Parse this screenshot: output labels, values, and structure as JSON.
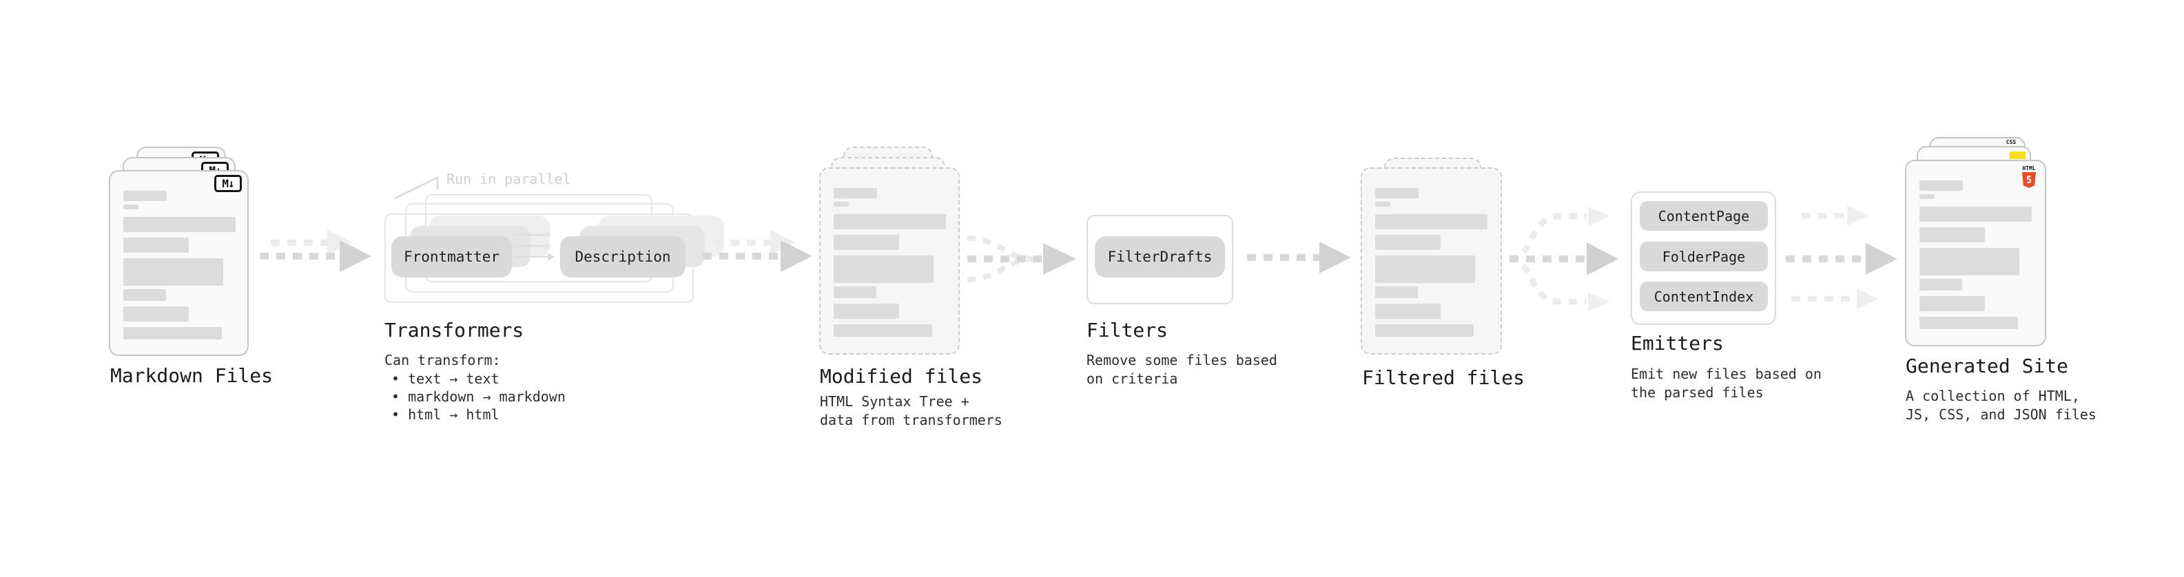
{
  "palette": {
    "arrow_gray": "#d8d8d8",
    "pill_gray": "#d9d9d9",
    "card_border": "#c5c5c5",
    "html5_orange": "#e44d26",
    "js_yellow": "#f7df1e",
    "css_blue": "#2965f1"
  },
  "stages": {
    "markdown_files": {
      "label": "Markdown Files",
      "logo": "M↓"
    },
    "transformers": {
      "annotation": "Run in parallel",
      "pill_left": "Frontmatter",
      "pill_right": "Description",
      "label": "Transformers",
      "subtitle": "Can transform:",
      "bullets": [
        "• text → text",
        "• markdown → markdown",
        "• html → html"
      ]
    },
    "modified_files": {
      "label": "Modified files",
      "subtitle": "HTML Syntax Tree +\ndata from transformers"
    },
    "filters": {
      "pill": "FilterDrafts",
      "label": "Filters",
      "subtitle": "Remove some files based\non criteria"
    },
    "filtered_files": {
      "label": "Filtered files"
    },
    "emitters": {
      "pills": [
        "ContentPage",
        "FolderPage",
        "ContentIndex"
      ],
      "label": "Emitters",
      "subtitle": "Emit new files based on\nthe parsed files"
    },
    "generated_site": {
      "label": "Generated Site",
      "subtitle": "A collection of HTML,\nJS, CSS, and JSON files",
      "badges": {
        "css_label": "CSS",
        "html_label": "HTML",
        "html_number": "5"
      }
    }
  }
}
